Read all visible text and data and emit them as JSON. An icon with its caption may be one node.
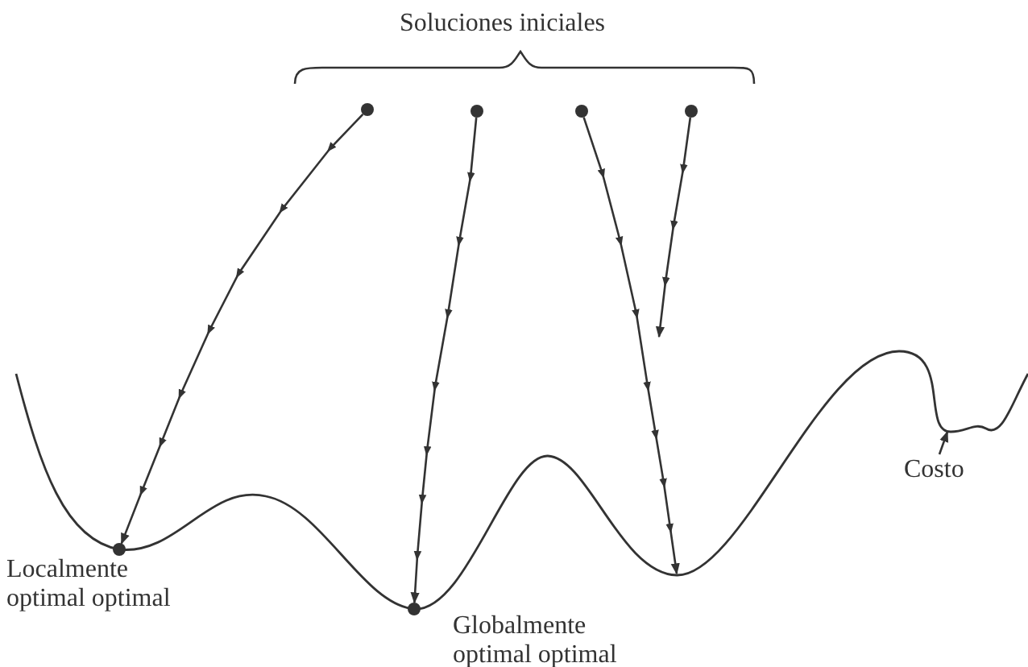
{
  "diagram": {
    "nodes": [
      {
        "text": [],
        "shape": "circle"
      },
      {
        "text": [],
        "shape": "circle"
      },
      {
        "text": [],
        "shape": "circle"
      },
      {
        "text": [],
        "shape": "circle"
      },
      {
        "text": [],
        "shape": "circle",
        "beside": [
          "Localmente optimal optimal"
        ]
      },
      {
        "text": [],
        "shape": "circle",
        "beside": [
          "Globalmente optimal optimal"
        ]
      },
      {
        "text": [
          "Costo"
        ]
      }
    ],
    "edges": [
      {
        "from": 0,
        "to": 4,
        "arrow": "to"
      },
      {
        "from": 1,
        "to": 5,
        "arrow": "to"
      },
      {
        "from": 2,
        "to": null,
        "arrow": "to"
      },
      {
        "from": 3,
        "to": null,
        "arrow": "to"
      },
      {
        "from": 6,
        "to": null,
        "arrow": "to"
      }
    ],
    "labels": [
      "Soluciones iniciales"
    ]
  }
}
